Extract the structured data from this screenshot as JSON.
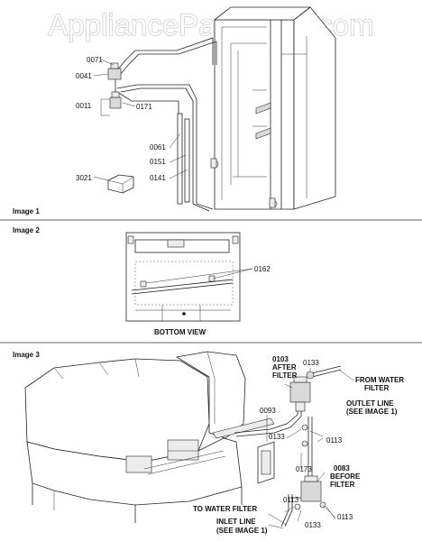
{
  "watermark": "AppliancePartsPros.com",
  "sections": [
    {
      "id": "image1",
      "title": "Image 1"
    },
    {
      "id": "image2",
      "title": "Image 2"
    },
    {
      "id": "image3",
      "title": "Image 3"
    }
  ],
  "image1": {
    "labels": {
      "p0071": "0071",
      "p0041": "0041",
      "p0011": "0011",
      "p0171": "0171",
      "p0061": "0061",
      "p0151": "0151",
      "p0141": "0141",
      "p3021": "3021"
    }
  },
  "image2": {
    "labels": {
      "p0162": "0162",
      "bottom_view": "BOTTOM VIEW"
    }
  },
  "image3": {
    "labels": {
      "p0103": "0103",
      "after": "AFTER",
      "filter_a": "FILTER",
      "p0133_top": "0133",
      "from_water": "FROM WATER",
      "filter_b": "FILTER",
      "outlet_line": "OUTLET LINE",
      "see_image1_a": "(SEE IMAGE 1)",
      "p0093": "0093",
      "p0133_mid": "0133",
      "p0113_top": "0113",
      "p0173": "0173",
      "p0083": "0083",
      "before": "BEFORE",
      "filter_c": "FILTER",
      "p0113_mid": "0113",
      "to_water_filter": "TO WATER FILTER",
      "p0113_bot": "0113",
      "inlet_line": "INLET LINE",
      "see_image1_b": "(SEE IMAGE 1)",
      "p0133_bot": "0133"
    }
  }
}
